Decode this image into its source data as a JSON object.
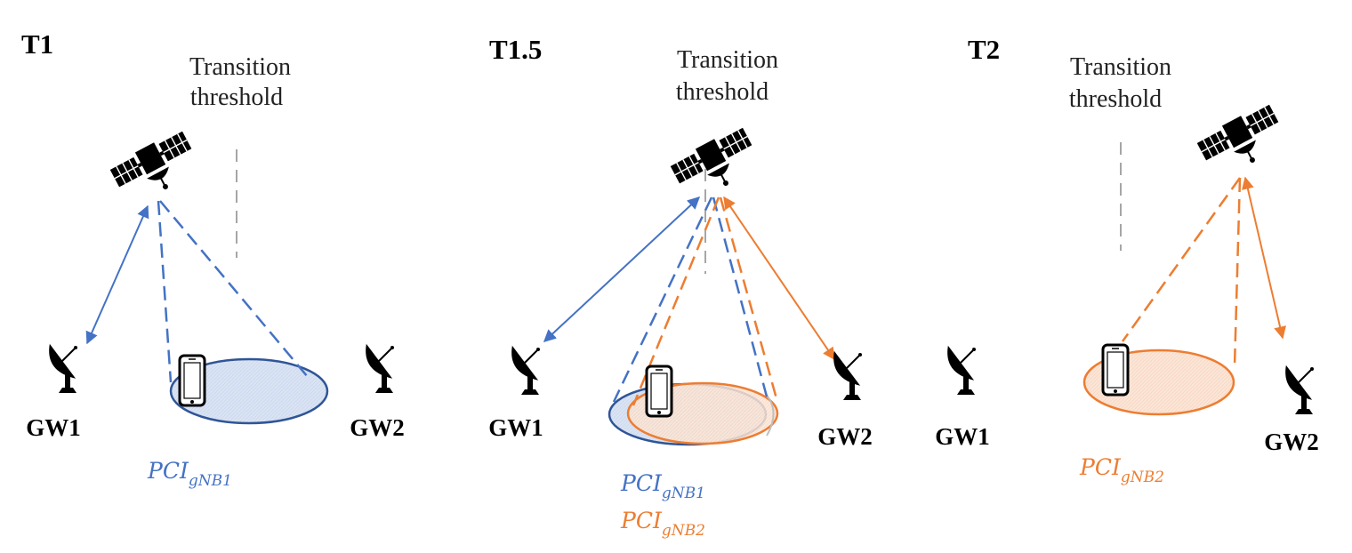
{
  "panels": [
    {
      "title": "T1",
      "threshold": [
        "Transition",
        "threshold"
      ],
      "gw_left": "GW1",
      "gw_right": "GW2",
      "pci_labels": [
        {
          "main": "PCI",
          "sub": "gNB1",
          "color": "#4472C4"
        }
      ]
    },
    {
      "title": "T1.5",
      "threshold": [
        "Transition",
        "threshold"
      ],
      "gw_left": "GW1",
      "gw_right": "GW2",
      "pci_labels": [
        {
          "main": "PCI",
          "sub": "gNB1",
          "color": "#4472C4"
        },
        {
          "main": "PCI",
          "sub": "gNB2",
          "color": "#ED7D31"
        }
      ]
    },
    {
      "title": "T2",
      "threshold": [
        "Transition",
        "threshold"
      ],
      "gw_left": "GW1",
      "gw_right": "GW2",
      "pci_labels": [
        {
          "main": "PCI",
          "sub": "gNB2",
          "color": "#ED7D31"
        }
      ]
    }
  ],
  "colors": {
    "gnb1": "#4472C4",
    "gnb2": "#ED7D31",
    "gnb1_fill": "#DAE3F3",
    "gnb2_fill": "#FBE5D6",
    "threshold_line": "#A6A6A6"
  },
  "icons": [
    "satellite-icon",
    "gateway-dish-icon",
    "phone-icon"
  ]
}
